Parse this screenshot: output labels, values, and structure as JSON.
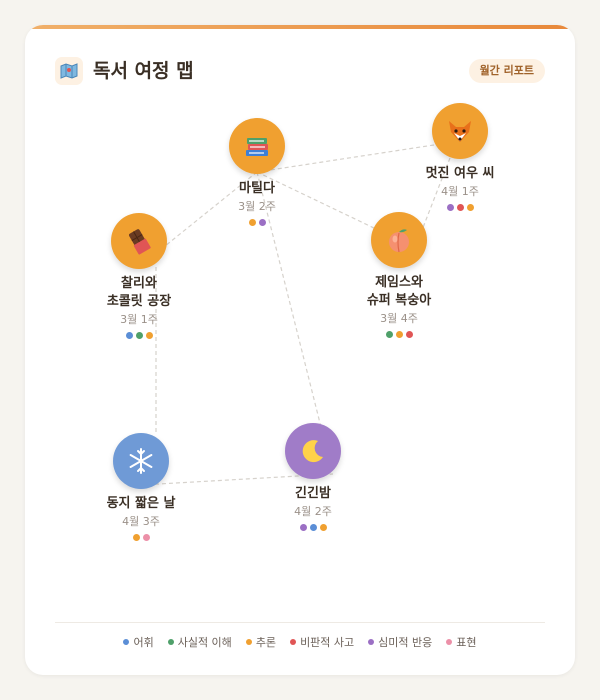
{
  "header": {
    "icon": "map-icon",
    "title": "독서 여정 맵",
    "report_button": "월간 리포트"
  },
  "colors": {
    "accent": "#e8883a",
    "vocabulary": "#5b8ed6",
    "factual": "#4fa06a",
    "inference": "#f0a030",
    "critical": "#e05555",
    "aesthetic": "#9b6fc4",
    "expression": "#ec90a8"
  },
  "legend": [
    {
      "label": "어휘",
      "color": "#5b8ed6"
    },
    {
      "label": "사실적 이해",
      "color": "#4fa06a"
    },
    {
      "label": "추론",
      "color": "#f0a030"
    },
    {
      "label": "비판적 사고",
      "color": "#e05555"
    },
    {
      "label": "심미적 반응",
      "color": "#9b6fc4"
    },
    {
      "label": "표현",
      "color": "#ec90a8"
    }
  ],
  "books": [
    {
      "id": "matilda",
      "icon": "books-icon",
      "name": "마틸다",
      "week": "3월 2주",
      "bg": "#f0a030",
      "dots": [
        "#f0a030",
        "#9b6fc4"
      ]
    },
    {
      "id": "fox",
      "icon": "fox-icon",
      "name": "멋진 여우 씨",
      "week": "4월 1주",
      "bg": "#f0a030",
      "dots": [
        "#9b6fc4",
        "#e05555",
        "#f0a030"
      ]
    },
    {
      "id": "charlie",
      "icon": "chocolate-icon",
      "name": "찰리와\n초콜릿 공장",
      "week": "3월 1주",
      "bg": "#f0a030",
      "dots": [
        "#5b8ed6",
        "#4fa06a",
        "#f0a030"
      ]
    },
    {
      "id": "james",
      "icon": "peach-icon",
      "name": "제임스와\n슈퍼 복숭아",
      "week": "3월 4주",
      "bg": "#f0a030",
      "dots": [
        "#4fa06a",
        "#f0a030",
        "#e05555"
      ]
    },
    {
      "id": "winter",
      "icon": "snowflake-icon",
      "name": "동지 짧은 날",
      "week": "4월 3주",
      "bg": "#6f9ad6",
      "dots": [
        "#f0a030",
        "#ec90a8"
      ]
    },
    {
      "id": "night",
      "icon": "moon-icon",
      "name": "긴긴밤",
      "week": "4월 2주",
      "bg": "#a07cc8",
      "dots": [
        "#9b6fc4",
        "#5b8ed6",
        "#f0a030"
      ]
    }
  ]
}
